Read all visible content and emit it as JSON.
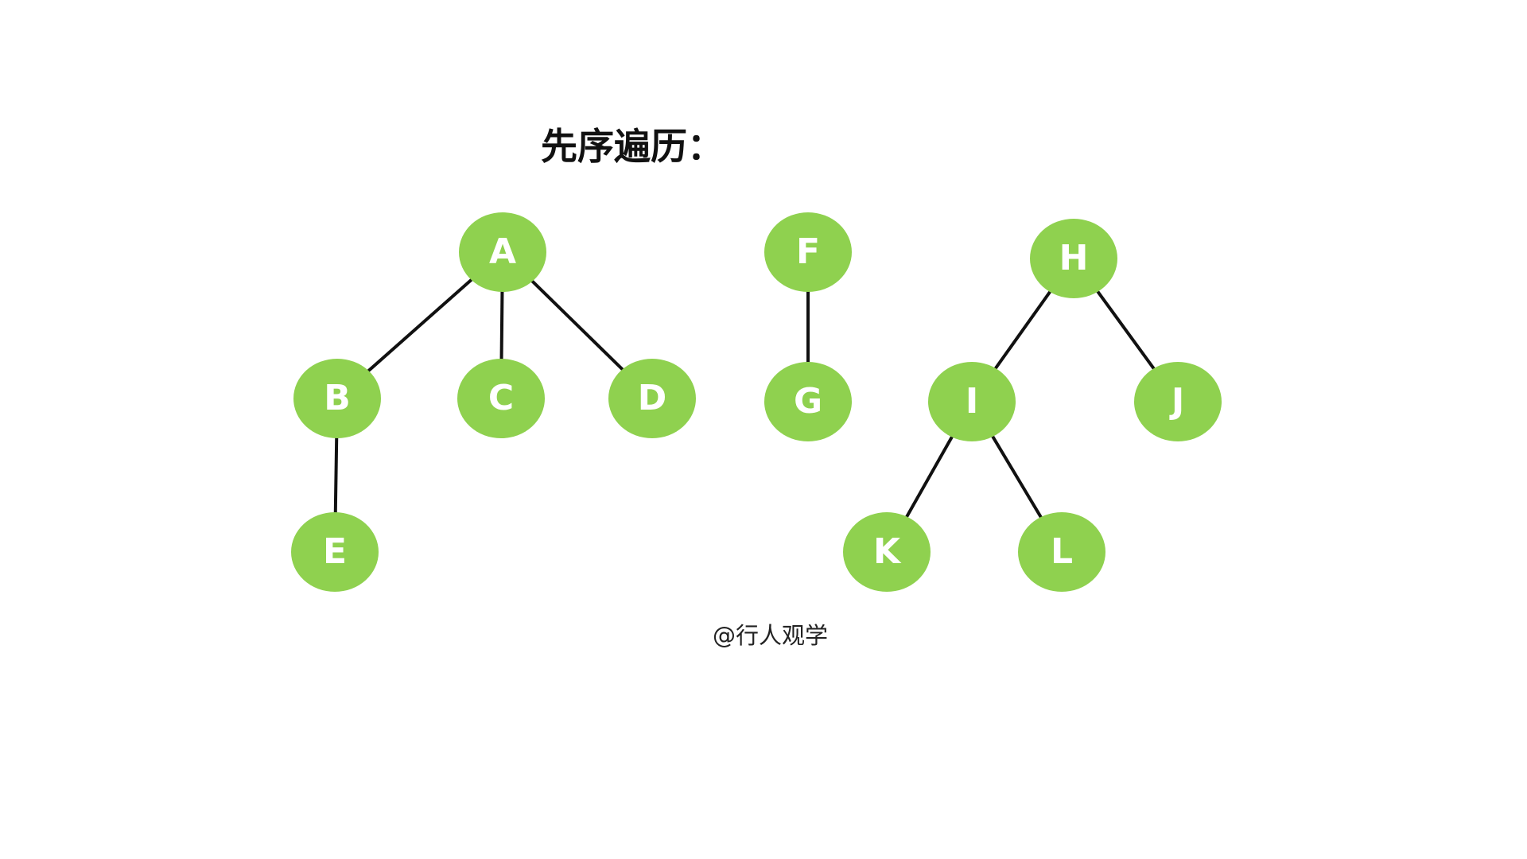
{
  "title": "先序遍历：",
  "watermark": "@行人观学",
  "colors": {
    "node_fill": "#8fd14f",
    "node_text": "#ffffff",
    "edge": "#111111",
    "background": "#ffffff"
  },
  "nodes": [
    {
      "id": "A",
      "label": "A"
    },
    {
      "id": "B",
      "label": "B"
    },
    {
      "id": "C",
      "label": "C"
    },
    {
      "id": "D",
      "label": "D"
    },
    {
      "id": "E",
      "label": "E"
    },
    {
      "id": "F",
      "label": "F"
    },
    {
      "id": "G",
      "label": "G"
    },
    {
      "id": "H",
      "label": "H"
    },
    {
      "id": "I",
      "label": "I"
    },
    {
      "id": "J",
      "label": "J"
    },
    {
      "id": "K",
      "label": "K"
    },
    {
      "id": "L",
      "label": "L"
    }
  ],
  "edges": [
    {
      "from": "A",
      "to": "B"
    },
    {
      "from": "A",
      "to": "C"
    },
    {
      "from": "A",
      "to": "D"
    },
    {
      "from": "B",
      "to": "E"
    },
    {
      "from": "F",
      "to": "G"
    },
    {
      "from": "H",
      "to": "I"
    },
    {
      "from": "H",
      "to": "J"
    },
    {
      "from": "I",
      "to": "K"
    },
    {
      "from": "I",
      "to": "L"
    }
  ]
}
